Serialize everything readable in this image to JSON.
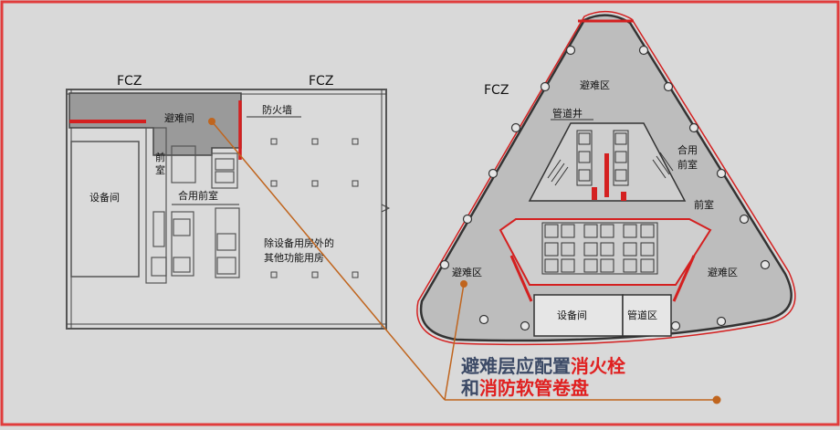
{
  "colors": {
    "background": "#d9d9d9",
    "frame": "#e03c3c",
    "accent_red": "#d42020",
    "leader": "#c0651e",
    "tower_fill": "#bdbdbd",
    "refuge_fill": "#9a9a9a"
  },
  "left_plan": {
    "fc_left": "FCZ",
    "fc_right": "FCZ",
    "refuge_room": "避难间",
    "firewall": "防火墙",
    "front_room": "前\n室",
    "shared_front_room": "合用前室",
    "equipment_room": "设备间",
    "other_rooms": [
      "除设备用房外的",
      "其他功能用房"
    ]
  },
  "right_plan": {
    "fc": "FCZ",
    "refuge_top": "避难区",
    "pipe_well": "管道井",
    "shared_front_room": [
      "合用",
      "前室"
    ],
    "front_room": "前室",
    "refuge_left": "避难区",
    "refuge_right": "避难区",
    "equipment_room": "设备间",
    "pipe_room": "管道区"
  },
  "caption": {
    "line1_dark": "避难层应配置",
    "line1_red": "消火栓",
    "line2_dark": "和",
    "line2_red": "消防软管卷盘"
  }
}
